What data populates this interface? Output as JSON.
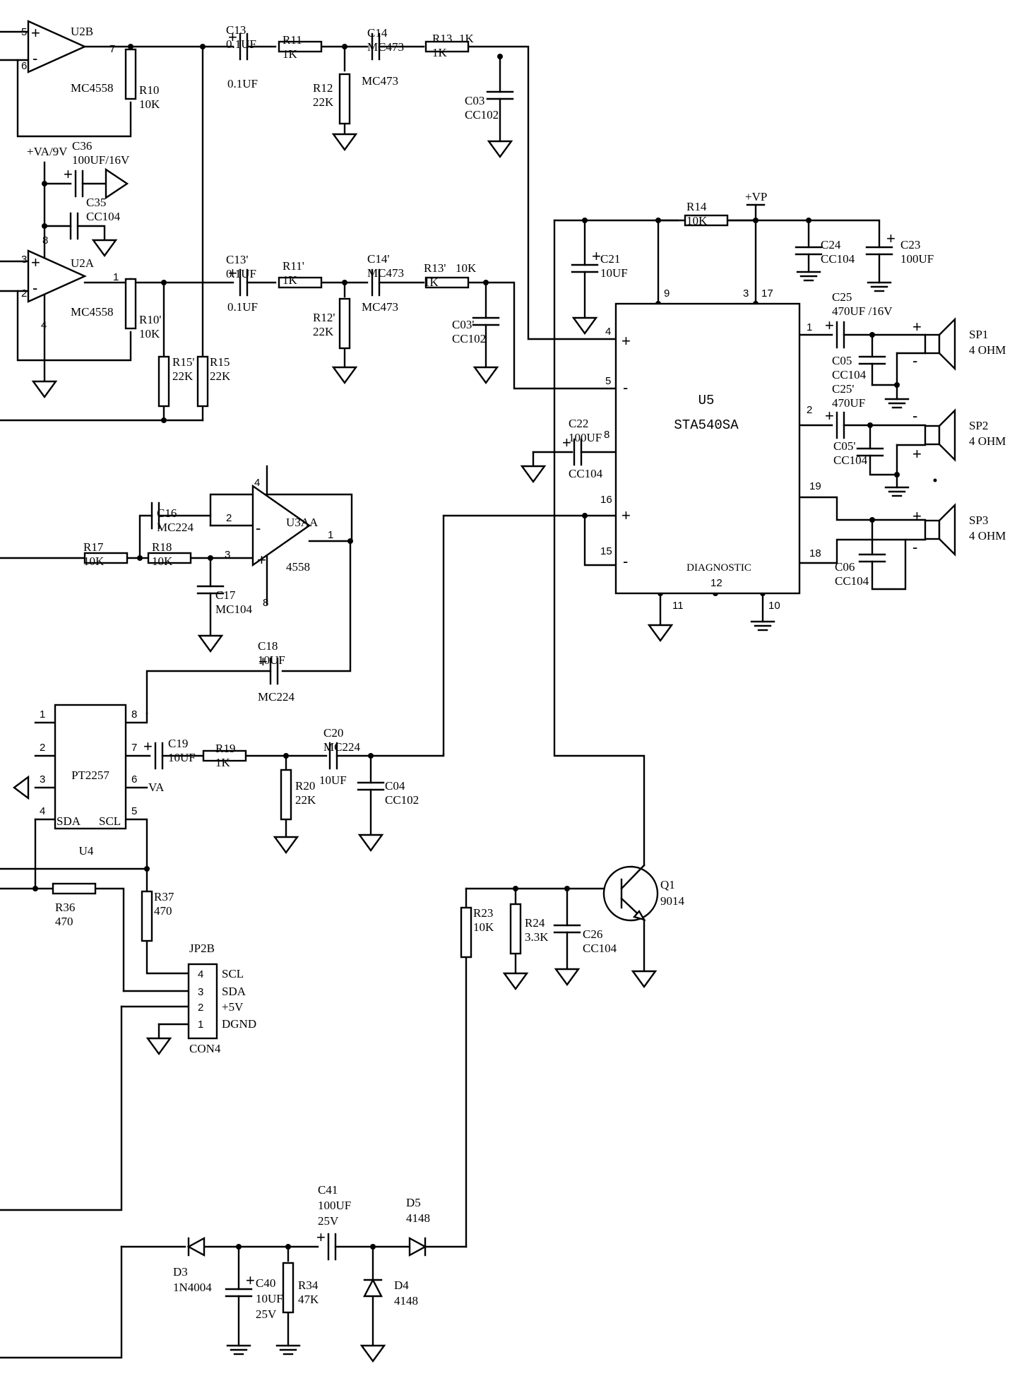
{
  "components": {
    "U2B": {
      "ref": "U2B",
      "part": "MC4558",
      "pins": [
        "5",
        "6",
        "7"
      ]
    },
    "U2A": {
      "ref": "U2A",
      "part": "MC4558",
      "pins": [
        "3",
        "2",
        "1",
        "8",
        "4"
      ]
    },
    "U3AA": {
      "ref": "U3AA",
      "part": "4558",
      "pins": [
        "2",
        "3",
        "1",
        "4",
        "8"
      ]
    },
    "U5": {
      "ref": "U5",
      "part": "STA540SA",
      "diag": "DIAGNOSTIC",
      "pins": [
        "4",
        "5",
        "8",
        "16",
        "15",
        "9",
        "3",
        "17",
        "1",
        "2",
        "19",
        "18",
        "11",
        "12",
        "10"
      ]
    },
    "U4": {
      "ref": "U4",
      "part": "PT2257",
      "sda": "SDA",
      "scl": "SCL",
      "pins": [
        "1",
        "2",
        "3",
        "4",
        "8",
        "7",
        "6",
        "5"
      ],
      "va": "VA"
    },
    "Q1": {
      "ref": "Q1",
      "part": "9014"
    },
    "JP2B": {
      "ref": "JP2B",
      "part": "CON4",
      "pins": [
        "4",
        "3",
        "2",
        "1"
      ],
      "signals": [
        "SCL",
        "SDA",
        "+5V",
        "DGND"
      ]
    },
    "speakers": [
      {
        "ref": "SP1",
        "value": "4 OHM"
      },
      {
        "ref": "SP2",
        "value": "4 OHM"
      },
      {
        "ref": "SP3",
        "value": "4 OHM"
      }
    ],
    "resistors": [
      {
        "ref": "R10",
        "value": "10K"
      },
      {
        "ref": "R10'",
        "value": "10K"
      },
      {
        "ref": "R11",
        "value": "1K"
      },
      {
        "ref": "R11'",
        "value": "1K"
      },
      {
        "ref": "R12",
        "value": "22K"
      },
      {
        "ref": "R12'",
        "value": "22K"
      },
      {
        "ref": "R13",
        "value": "1K"
      },
      {
        "ref": "R13'",
        "value": "1K"
      },
      {
        "ref": "R14",
        "value": "10K"
      },
      {
        "ref": "R15'",
        "value": "22K"
      },
      {
        "ref": "R15",
        "value": "22K"
      },
      {
        "ref": "R17",
        "value": "10K"
      },
      {
        "ref": "R18",
        "value": "10K"
      },
      {
        "ref": "R19",
        "value": "1K"
      },
      {
        "ref": "R20",
        "value": "22K"
      },
      {
        "ref": "R23",
        "value": "10K"
      },
      {
        "ref": "R24",
        "value": "3.3K"
      },
      {
        "ref": "R34",
        "value": "47K"
      },
      {
        "ref": "R36",
        "value": "470"
      },
      {
        "ref": "R37",
        "value": "470"
      }
    ],
    "capacitors": [
      {
        "ref": "C13",
        "value": "0.1UF"
      },
      {
        "ref": "C13'",
        "value": "0.1UF"
      },
      {
        "ref": "C14",
        "value": "MC473"
      },
      {
        "ref": "C14'",
        "value": "MC473"
      },
      {
        "ref": "C03",
        "value": "CC102"
      },
      {
        "ref": "C03'",
        "value": "CC102"
      },
      {
        "ref": "C36",
        "value": "100UF/16V"
      },
      {
        "ref": "C35",
        "value": "CC104"
      },
      {
        "ref": "C21",
        "value": "10UF"
      },
      {
        "ref": "C22",
        "value": "100UF"
      },
      {
        "ref": "C24",
        "value": "CC104"
      },
      {
        "ref": "C23",
        "value": "100UF"
      },
      {
        "ref": "C25",
        "value": "470UF /16V"
      },
      {
        "ref": "C25'",
        "value": "470UF"
      },
      {
        "ref": "C05",
        "value": "CC104"
      },
      {
        "ref": "C05'",
        "value": "CC104"
      },
      {
        "ref": "C06",
        "value": "CC104"
      },
      {
        "ref": "C16",
        "value": "MC224"
      },
      {
        "ref": "C17",
        "value": "MC104"
      },
      {
        "ref": "C18",
        "value": "10UF"
      },
      {
        "ref": "C19",
        "value": "10UF"
      },
      {
        "ref": "C20",
        "value": "MC224"
      },
      {
        "ref": "C04",
        "value": "CC102"
      },
      {
        "ref": "C26",
        "value": "CC104"
      },
      {
        "ref": "C40",
        "value": "10UF",
        "value2": "25V"
      },
      {
        "ref": "C41",
        "value": "100UF",
        "value2": "25V"
      }
    ],
    "diodes": [
      {
        "ref": "D3",
        "value": "1N4004"
      },
      {
        "ref": "D4",
        "value": "4148"
      },
      {
        "ref": "D5",
        "value": "4148"
      }
    ]
  },
  "nets": {
    "va9v": "+VA/9V",
    "vp": "+VP"
  },
  "signs": {
    "plus": "+",
    "minus": "-"
  }
}
